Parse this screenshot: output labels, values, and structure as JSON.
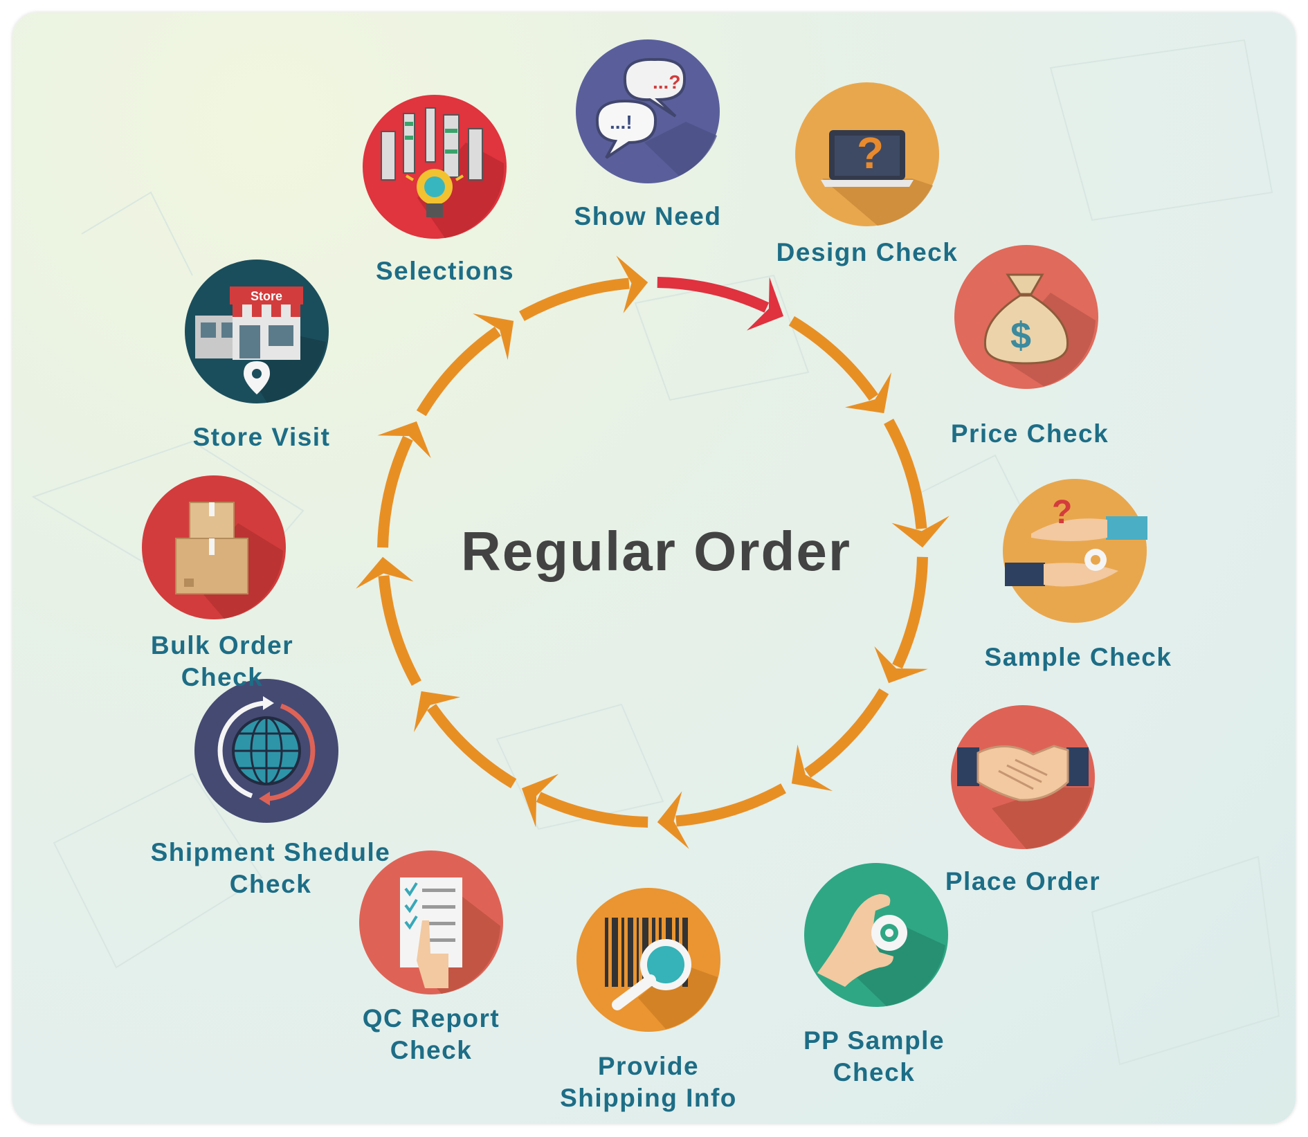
{
  "diagram": {
    "title": "Regular Order",
    "steps": [
      {
        "label": "Show Need",
        "icon": "speech-bubbles-icon",
        "color": "#5a5f9b"
      },
      {
        "label": "Design Check",
        "icon": "laptop-question-icon",
        "color": "#e9a74d"
      },
      {
        "label": "Price Check",
        "icon": "money-bag-icon",
        "color": "#e06a5b"
      },
      {
        "label": "Sample Check",
        "icon": "hands-exchange-icon",
        "color": "#e9a74d"
      },
      {
        "label": "Place Order",
        "icon": "handshake-icon",
        "color": "#de6356"
      },
      {
        "label": "PP Sample Check",
        "icon": "hand-gear-icon",
        "color": "#2fa785"
      },
      {
        "label": "Provide Shipping Info",
        "icon": "barcode-magnifier-icon",
        "color": "#ea9531"
      },
      {
        "label": "QC Report Check",
        "icon": "checklist-icon",
        "color": "#de6356"
      },
      {
        "label": "Shipment Shedule Check",
        "icon": "globe-cycle-icon",
        "color": "#454a73"
      },
      {
        "label": "Bulk Order Check",
        "icon": "boxes-icon",
        "color": "#d33c3c"
      },
      {
        "label": "Store Visit",
        "icon": "store-icon",
        "color": "#1b4e5c"
      },
      {
        "label": "Selections",
        "icon": "buildings-lightbulb-icon",
        "color": "#e0343e"
      }
    ],
    "store_sign": "Store",
    "colors": {
      "arrow": "#e88f24",
      "highlight_arrow": "#e0313f",
      "label": "#1d6d86",
      "title": "#434343"
    }
  }
}
